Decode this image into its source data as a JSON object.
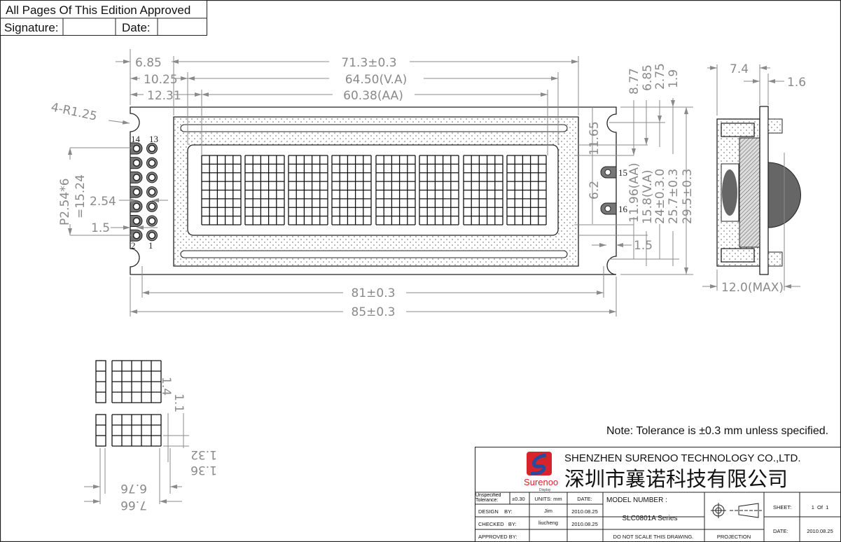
{
  "approval": {
    "title": "All Pages Of This Edition Approved",
    "signature_label": "Signature:",
    "date_label": "Date:"
  },
  "top_dims": {
    "d1": "6.85",
    "d2": "10.25",
    "d3": "12.31",
    "overall": "71.3±0.3",
    "va": "64.50(V.A)",
    "aa": "60.38(AA)"
  },
  "left_dims": {
    "radius": "4-R1.25",
    "pitch": "P2.54*6",
    "pitch_total": "=15.24",
    "spacing": "2.54",
    "offset": "1.5"
  },
  "right_dims": {
    "d877": "8.77",
    "d685": "6.85",
    "d275": "2.75",
    "d19": "1.9",
    "d1165": "11.65",
    "d62": "6.2",
    "d15": "1.5",
    "aa": "11.96(AA)",
    "va": "15.8(V.A)",
    "d24": "24±0.3.0",
    "d257": "25.7±0.3",
    "d295": "29.5±0.3"
  },
  "bottom_dims": {
    "pcb": "81±0.3",
    "overall": "85±0.3"
  },
  "side_dims": {
    "d74": "7.4",
    "d16": "1.6",
    "max": "12.0(MAX)"
  },
  "detail_dims": {
    "d11": "1.1",
    "d14": "1.4",
    "d132": "1.32",
    "d136": "1.36",
    "d676": "6.76",
    "d766": "7.66"
  },
  "pins": {
    "p14": "14",
    "p13": "13",
    "p2": "2",
    "p1": "1",
    "p15": "15",
    "p16": "16"
  },
  "note": "Note: Tolerance is ±0.3 mm unless specified.",
  "title_block": {
    "company_en": "SHENZHEN SURENOO TECHNOLOGY CO.,LTD.",
    "company_cn": "深圳市襄诺科技有限公司",
    "logo_text": "Surenoo",
    "logo_sub": "Display",
    "tolerance_label": "Unspecified Tolerance:",
    "tolerance_value": "±0.30",
    "units": "UNITS: mm",
    "date_header": "DATE:",
    "design_label": "DESIGN    BY:",
    "design_by": "Jim",
    "design_date": "2010.08.25",
    "checked_label": "CHECKED   BY:",
    "checked_by": "liucheng",
    "checked_date": "2010.08.25",
    "approved_label": "APPROVED BY:",
    "model_label": "MODEL NUMBER :",
    "model": "SLC0801A Series",
    "no_scale": "DO NOT SCALE THIS DRAWING.",
    "projection": "PROJECTION",
    "sheet_label": "SHEET:",
    "sheet": "1  Of  1",
    "date_label": "DATE:",
    "date": "2010.08.25"
  },
  "colors": {
    "dim": "#8a8a8a",
    "line": "#222222",
    "logo_red": "#d8232a",
    "logo_blue": "#2b4a9b"
  }
}
